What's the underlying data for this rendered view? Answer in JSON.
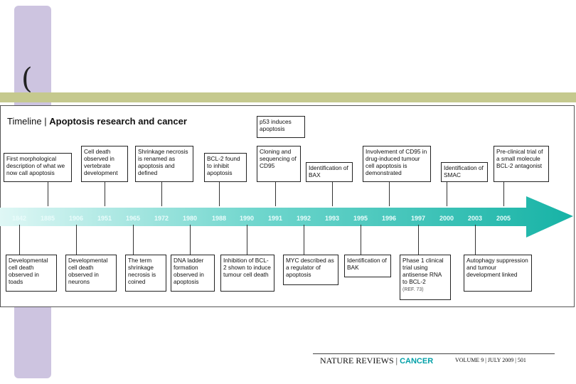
{
  "title": {
    "prefix": "Timeline | ",
    "main": "Apoptosis research and cancer"
  },
  "years": [
    "1842",
    "1885",
    "1906",
    "1951",
    "1965",
    "1972",
    "1980",
    "1988",
    "1990",
    "1991",
    "1992",
    "1993",
    "1995",
    "1996",
    "1997",
    "2000",
    "2003",
    "2005"
  ],
  "top_events": [
    {
      "text": "First morphological description of what we now call apoptosis"
    },
    {
      "text": "Cell death observed in vertebrate development"
    },
    {
      "text": "Shrinkage necrosis is renamed as apoptosis and defined"
    },
    {
      "text": "BCL-2 found to inhibit apoptosis"
    },
    {
      "text": "p53 induces apoptosis"
    },
    {
      "text": "Cloning and sequencing of CD95"
    },
    {
      "text": "Identification of BAX"
    },
    {
      "text": "Involvement of CD95 in drug-induced tumour cell apoptosis is demonstrated"
    },
    {
      "text": "Identification of SMAC"
    },
    {
      "text": "Pre-clinical trial of a small molecule BCL-2 antagonist"
    }
  ],
  "bottom_events": [
    {
      "text": "Developmental cell death observed in toads"
    },
    {
      "text": "Developmental cell death observed in neurons"
    },
    {
      "text": "The term shrinkage necrosis is coined"
    },
    {
      "text": "DNA ladder formation observed in apoptosis"
    },
    {
      "text": "Inhibition of BCL-2 shown to induce tumour cell death"
    },
    {
      "text": "MYC described as a regulator of apoptosis"
    },
    {
      "text": "Identification of BAK"
    },
    {
      "text": "Phase 1 clinical trial using antisense RNA to BCL-2",
      "note": "(REF. 73)"
    },
    {
      "text": "Autophagy suppression and tumour development linked"
    }
  ],
  "footer": {
    "journal": "NATURE REVIEWS",
    "separator": " | ",
    "section": "CANCER",
    "issue": "VOLUME 9 | JULY 2009 | 501"
  },
  "colors": {
    "arrow_light": "#dff7f5",
    "arrow_dark": "#17b3a6",
    "decor_purple": "#c8bedd",
    "decor_olive": "#c5c98e"
  }
}
